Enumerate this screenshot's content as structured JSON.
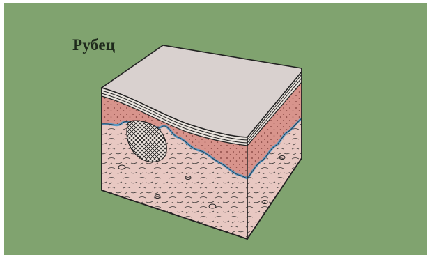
{
  "title": "Рубец",
  "colors": {
    "background": "#80a36f",
    "top_surface": "#d9d1cf",
    "epidermis_band": "#e8e2dc",
    "dermis_papillary": "#d8948c",
    "dermis_reticular": "#e8c8c2",
    "wavy_border": "#5e9ac4",
    "outline": "#222222"
  },
  "icons": [
    "skin-block-illustration",
    "scar-tissue-mesh"
  ]
}
